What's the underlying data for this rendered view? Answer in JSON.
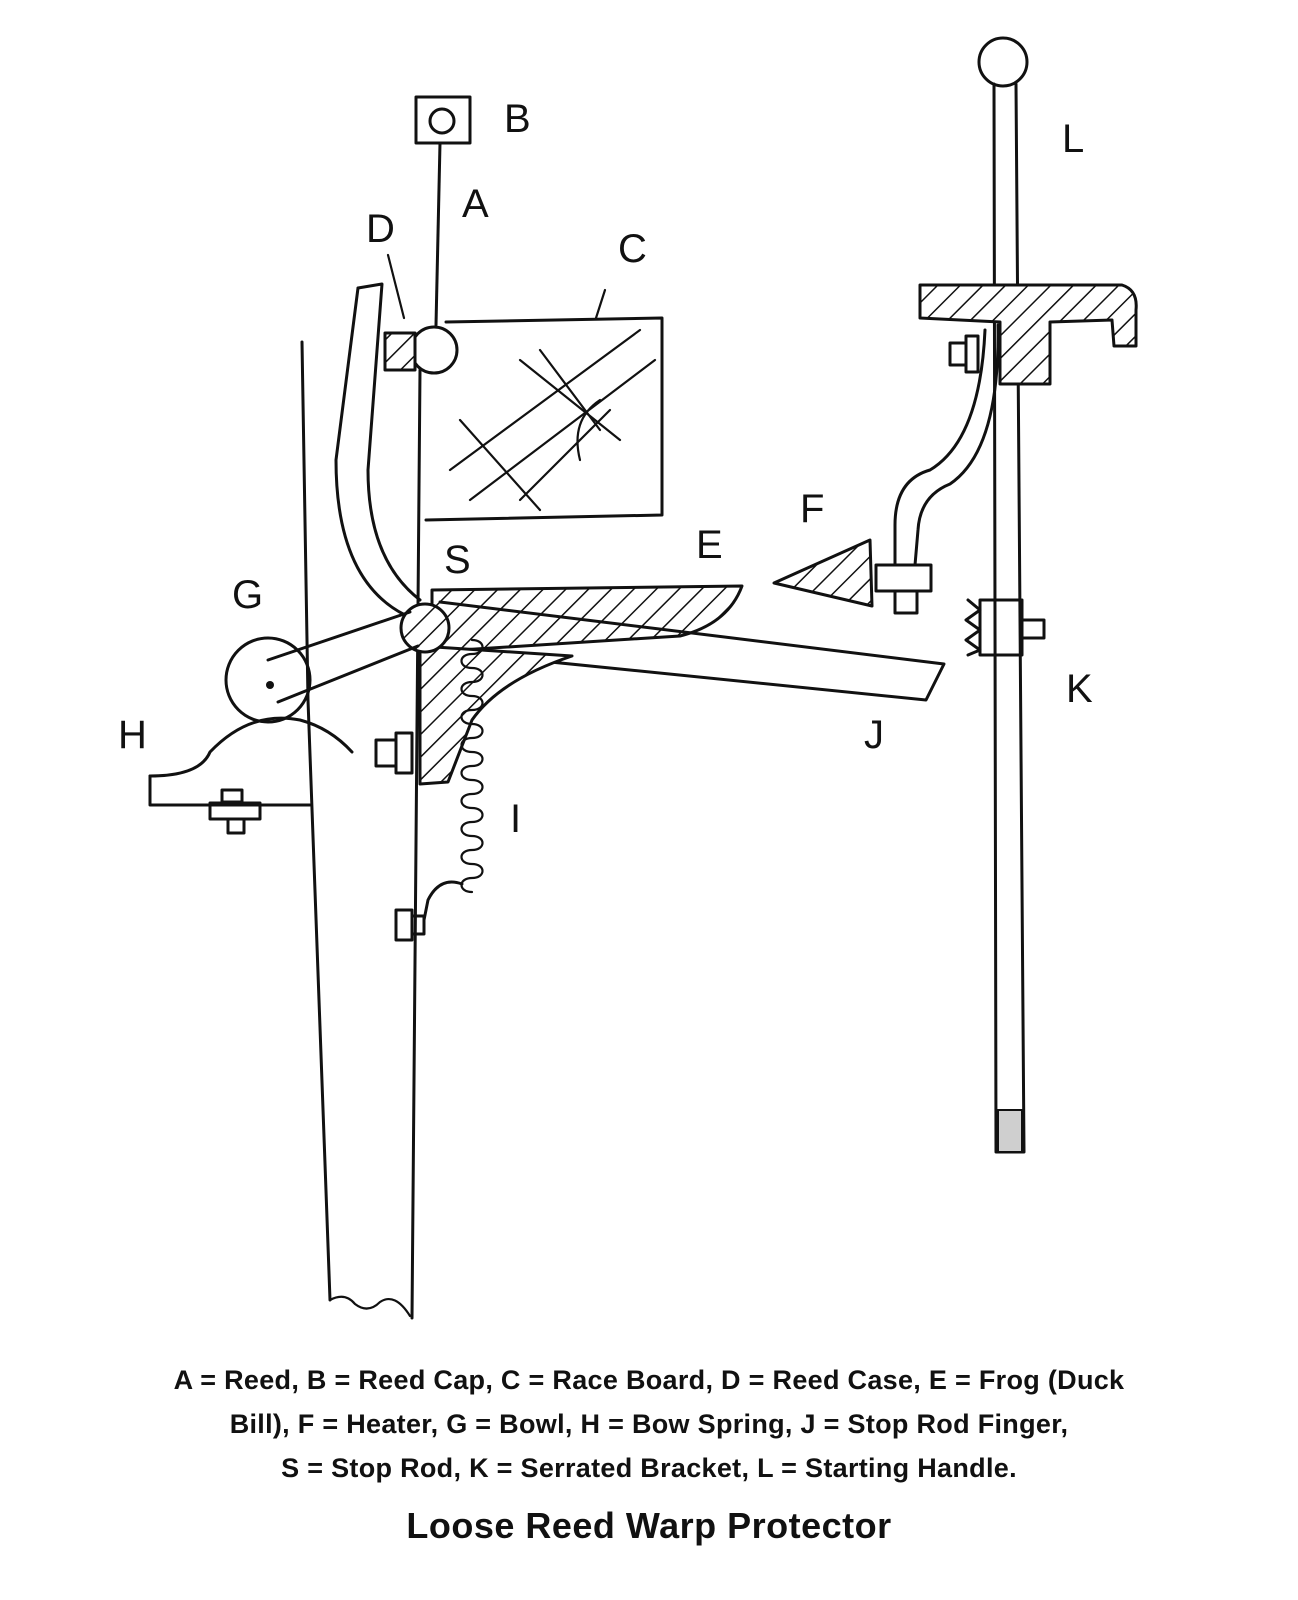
{
  "labels": {
    "A": "A",
    "B": "B",
    "C": "C",
    "D": "D",
    "E": "E",
    "F": "F",
    "G": "G",
    "H": "H",
    "I": "I",
    "J": "J",
    "K": "K",
    "L": "L",
    "S": "S"
  },
  "caption": {
    "line1": "A = Reed, B = Reed Cap, C = Race Board, D = Reed Case, E = Frog (Duck",
    "line2": "Bill), F = Heater, G = Bowl, H = Bow Spring, J = Stop Rod Finger,",
    "line3": "S = Stop Rod, K = Serrated Bracket, L = Starting Handle."
  },
  "title": "Loose Reed Warp Protector"
}
